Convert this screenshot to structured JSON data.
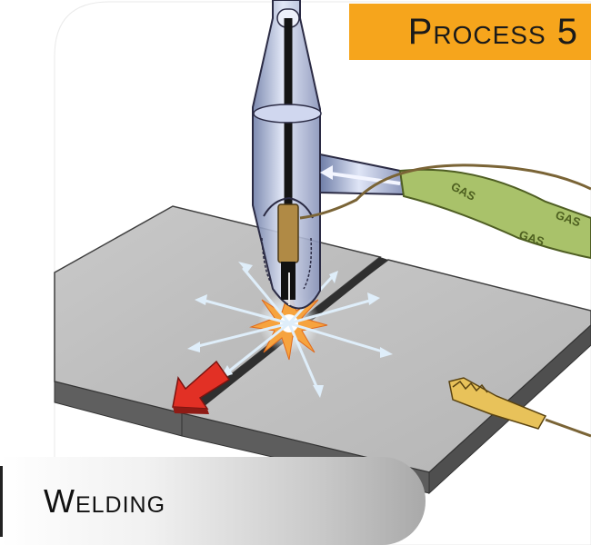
{
  "badge": {
    "text": "Process 5",
    "color": "#f6a51c"
  },
  "title": {
    "text": "Welding"
  },
  "hose": {
    "labels": [
      "GAS",
      "GAS",
      "GAS"
    ],
    "color": "#a9c26a"
  },
  "colors": {
    "plate": "#bcbcbc",
    "plate_edge": "#5d5d5d",
    "torch": "#aab4d6",
    "arrow": "#e23025",
    "clamp": "#e8c25a",
    "spark": "#f39a3a"
  },
  "icons": [
    "welding-torch-icon",
    "direction-arrow-icon",
    "ground-clamp-icon",
    "spark-icon"
  ]
}
